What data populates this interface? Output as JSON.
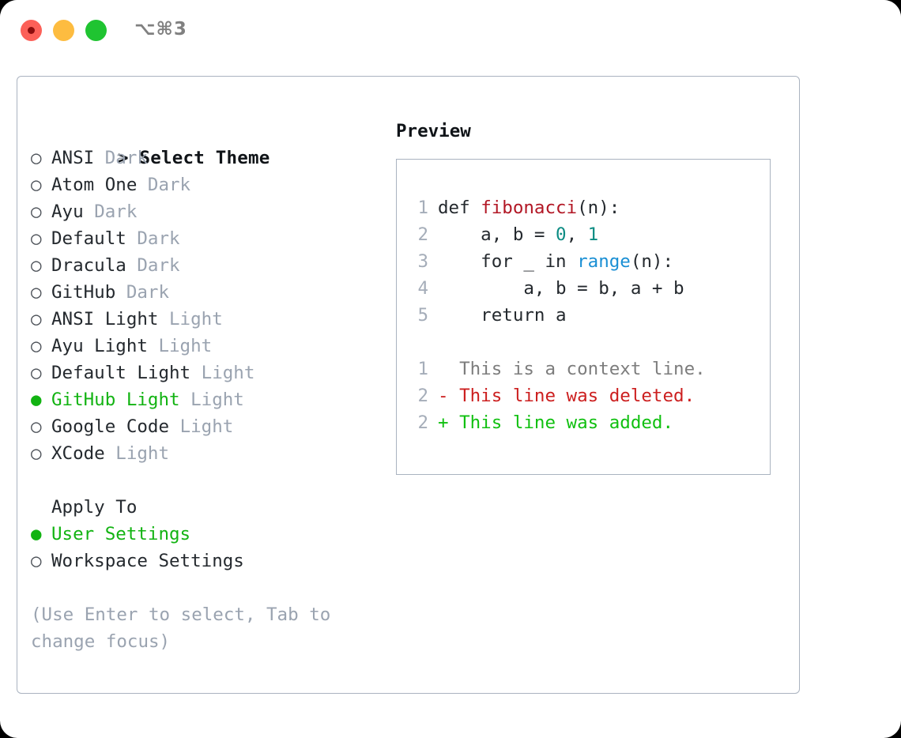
{
  "window": {
    "shortcut_label": "⌥⌘3",
    "traffic_lights": [
      "close",
      "minimize",
      "maximize"
    ]
  },
  "theme_picker": {
    "title": "Select Theme",
    "cursor_prefix": ">",
    "selected_marker": "●",
    "unselected_marker": "○",
    "selected_theme": "GitHub Light",
    "accent_color": "#12b312",
    "items": [
      {
        "name": "ANSI",
        "tag": "Dark",
        "selected": false
      },
      {
        "name": "Atom One",
        "tag": "Dark",
        "selected": false
      },
      {
        "name": "Ayu",
        "tag": "Dark",
        "selected": false
      },
      {
        "name": "Default",
        "tag": "Dark",
        "selected": false
      },
      {
        "name": "Dracula",
        "tag": "Dark",
        "selected": false
      },
      {
        "name": "GitHub",
        "tag": "Dark",
        "selected": false
      },
      {
        "name": "ANSI Light",
        "tag": "Light",
        "selected": false
      },
      {
        "name": "Ayu Light",
        "tag": "Light",
        "selected": false
      },
      {
        "name": "Default Light",
        "tag": "Light",
        "selected": false
      },
      {
        "name": "GitHub Light",
        "tag": "Light",
        "selected": true
      },
      {
        "name": "Google Code",
        "tag": "Light",
        "selected": false
      },
      {
        "name": "XCode",
        "tag": "Light",
        "selected": false
      }
    ]
  },
  "apply_to": {
    "title": "Apply To",
    "selected": "User Settings",
    "options": [
      {
        "label": "User Settings",
        "selected": true
      },
      {
        "label": "Workspace Settings",
        "selected": false
      }
    ]
  },
  "hint": "(Use Enter to select, Tab to change focus)",
  "preview": {
    "title": "Preview",
    "code_lines": [
      {
        "number": "1",
        "tokens": [
          {
            "text": "def ",
            "kind": "plain"
          },
          {
            "text": "fibonacci",
            "kind": "function"
          },
          {
            "text": "(n):",
            "kind": "plain"
          }
        ]
      },
      {
        "number": "2",
        "tokens": [
          {
            "text": "    a, b = ",
            "kind": "plain"
          },
          {
            "text": "0",
            "kind": "number"
          },
          {
            "text": ", ",
            "kind": "plain"
          },
          {
            "text": "1",
            "kind": "number"
          }
        ]
      },
      {
        "number": "3",
        "tokens": [
          {
            "text": "    for _ in ",
            "kind": "plain"
          },
          {
            "text": "range",
            "kind": "call"
          },
          {
            "text": "(n):",
            "kind": "plain"
          }
        ]
      },
      {
        "number": "4",
        "tokens": [
          {
            "text": "        a, b = b, a + b",
            "kind": "plain"
          }
        ]
      },
      {
        "number": "5",
        "tokens": [
          {
            "text": "    return a",
            "kind": "plain"
          }
        ]
      }
    ],
    "diff_lines": [
      {
        "number": "1",
        "marker": " ",
        "text": "This is a context line.",
        "kind": "context"
      },
      {
        "number": "2",
        "marker": "-",
        "text": "This line was deleted.",
        "kind": "deleted"
      },
      {
        "number": "2",
        "marker": "+",
        "text": "This line was added.",
        "kind": "added"
      }
    ]
  }
}
